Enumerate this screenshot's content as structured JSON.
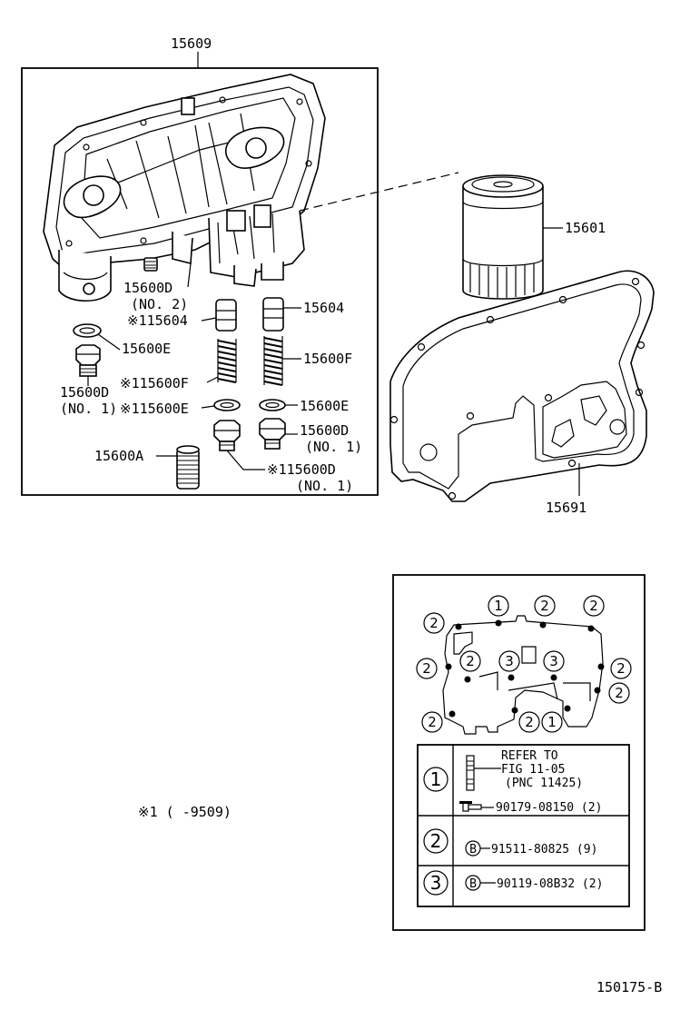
{
  "figure_code": "150175-B",
  "note": "※1 (      -9509)",
  "main_box": {
    "title": "15609",
    "labels": {
      "p15600D_no2": "15600D",
      "p15600D_no2_sub": "(NO. 2)",
      "p115604": "※115604",
      "p15604": "15604",
      "p15600E_left": "15600E",
      "p15600F": "15600F",
      "p115600F": "※115600F",
      "p15600D_no1_left": "15600D",
      "p15600D_no1_left_sub": "(NO. 1)",
      "p115600E": "※115600E",
      "p15600E_right": "15600E",
      "p15600D_no1_right": "15600D",
      "p15600D_no1_right_sub": "(NO. 1)",
      "p15600A": "15600A",
      "p115600D": "※115600D",
      "p115600D_sub": "(NO. 1)"
    }
  },
  "filter_label": "15601",
  "gasket_label": "15691",
  "bolt_box": {
    "markers": [
      "①",
      "②",
      "②",
      "②",
      "②",
      "②",
      "③",
      "③",
      "②",
      "②",
      "②",
      "②",
      "①"
    ],
    "legend": [
      {
        "key": "①",
        "line1": "REFER TO",
        "line2": "FIG 11-05",
        "line3": "(PNC 11425)",
        "part": "90179-08150 (2)"
      },
      {
        "key": "②",
        "badge": "B",
        "part": "91511-80825 (9)"
      },
      {
        "key": "③",
        "badge": "B",
        "part": "90119-08B32 (2)"
      }
    ]
  }
}
